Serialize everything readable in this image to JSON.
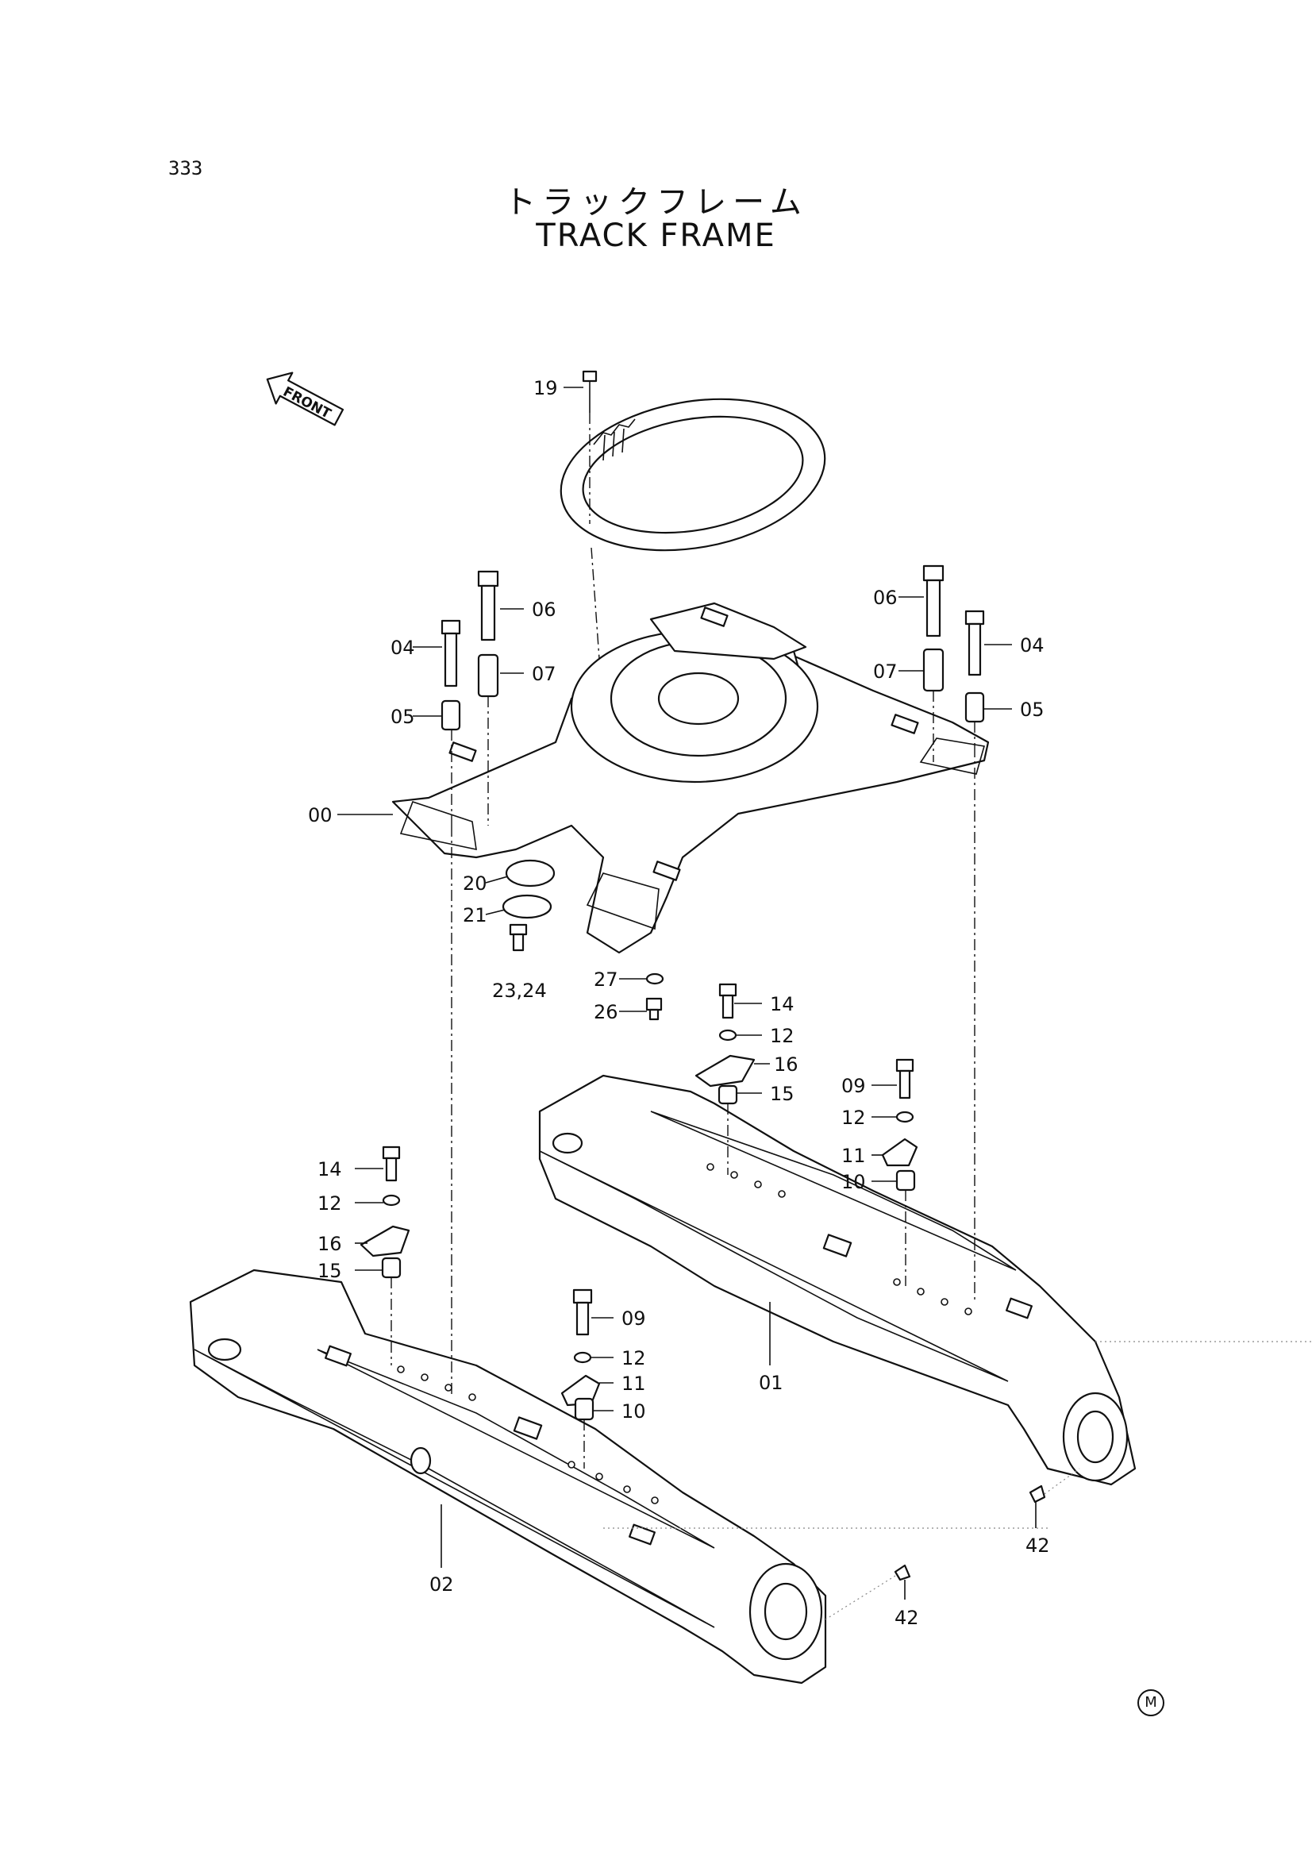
{
  "page": {
    "number": "333",
    "title_jp": "トラックフレーム",
    "title_en": "TRACK FRAME",
    "front_label": "FRONT",
    "corner_mark": "M"
  },
  "callouts": {
    "c19": "19",
    "c06a": "06",
    "c04a": "04",
    "c07a": "07",
    "c05a": "05",
    "c00": "00",
    "c20": "20",
    "c21": "21",
    "c2324": "23,24",
    "c06b": "06",
    "c04b": "04",
    "c07b": "07",
    "c05b": "05",
    "c27": "27",
    "c26": "26",
    "c14a": "14",
    "c12a": "12",
    "c16a": "16",
    "c15a": "15",
    "c09a": "09",
    "c12b": "12",
    "c11a": "11",
    "c10a": "10",
    "c01": "01",
    "c42a": "42",
    "c14b": "14",
    "c12c": "12",
    "c16b": "16",
    "c15b": "15",
    "c09b": "09",
    "c12d": "12",
    "c11b": "11",
    "c10b": "10",
    "c02": "02",
    "c42b": "42"
  }
}
